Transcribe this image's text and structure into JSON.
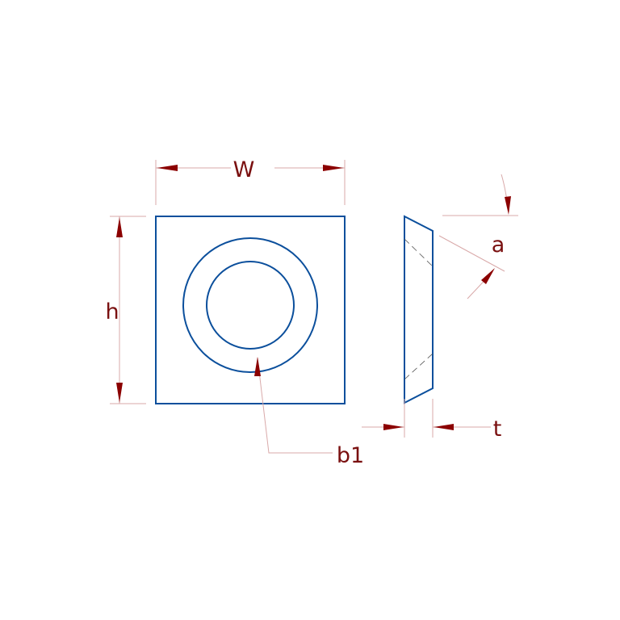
{
  "drawing": {
    "colors": {
      "part_outline": "#0b4f9c",
      "dimension_text": "#7a1010",
      "dimension_arrow": "#8b0000",
      "extension_line": "#d9a9a9",
      "background": "#ffffff"
    },
    "dimensions": {
      "width_label": "W",
      "height_label": "h",
      "bore_label": "b1",
      "thickness_label": "t",
      "angle_label": "a"
    }
  }
}
